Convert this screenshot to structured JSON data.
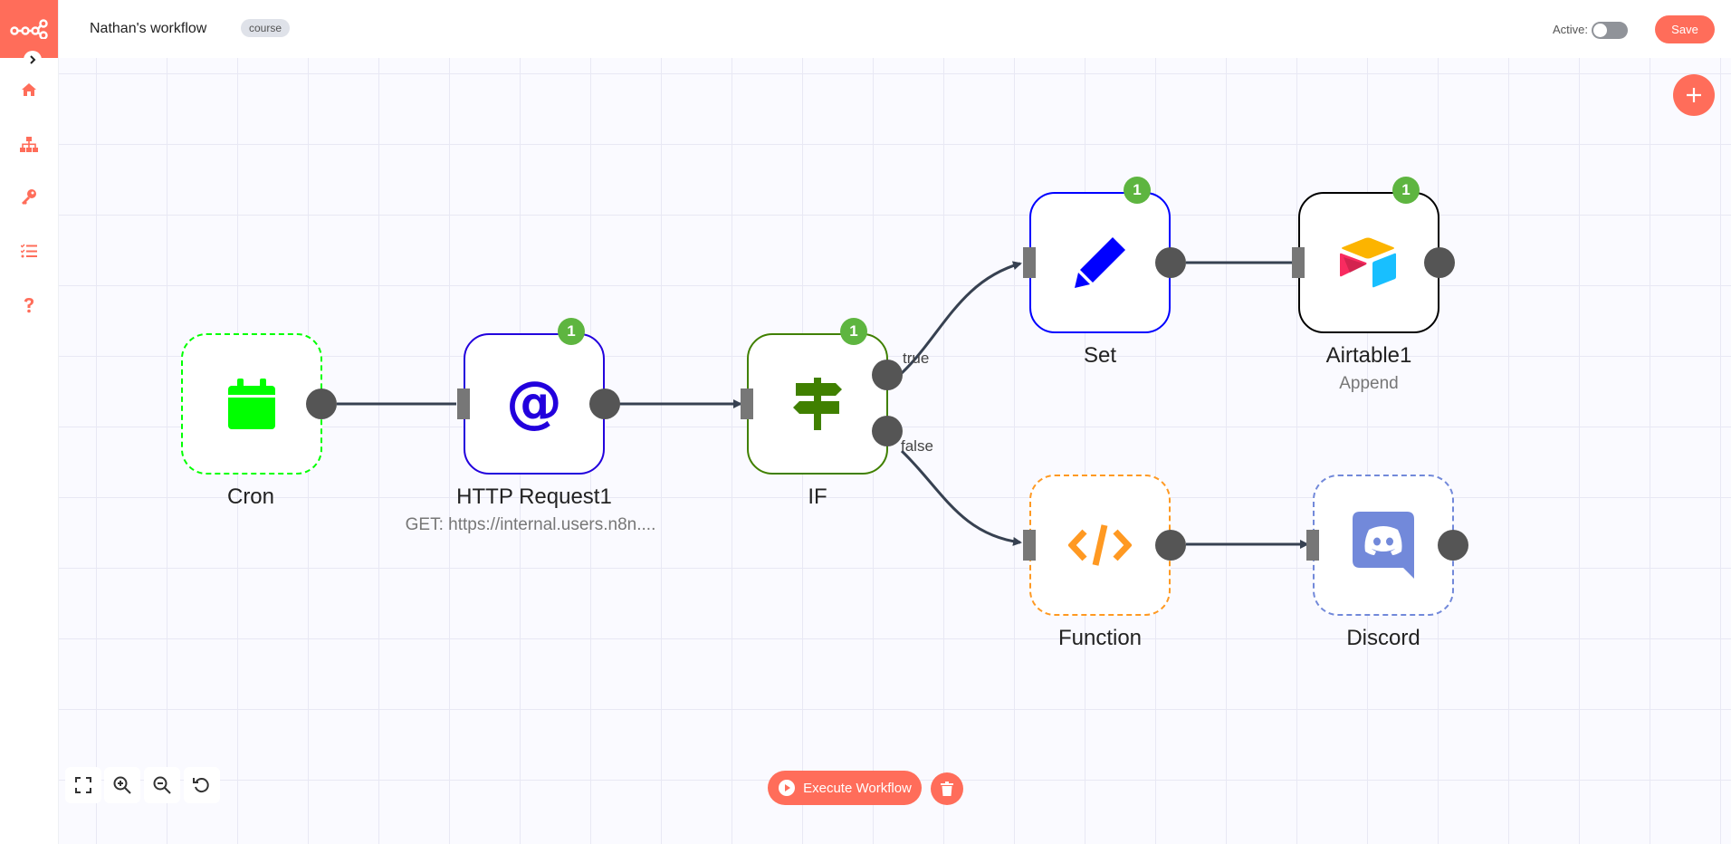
{
  "header": {
    "workflow_name": "Nathan's workflow",
    "tag": "course",
    "active_label": "Active:",
    "active": false,
    "save_label": "Save"
  },
  "sidebar": {
    "items": [
      {
        "icon": "home-icon"
      },
      {
        "icon": "workflows-icon"
      },
      {
        "icon": "key-icon"
      },
      {
        "icon": "executions-icon"
      },
      {
        "icon": "help-icon"
      }
    ]
  },
  "nodes": {
    "cron": {
      "title": "Cron",
      "icon": "calendar-icon",
      "color": "#00ff00",
      "disabled": true
    },
    "http": {
      "title": "HTTP Request1",
      "subtitle": "GET: https://internal.users.n8n....",
      "icon": "at-icon",
      "color": "#2200dd",
      "badge": "1"
    },
    "if": {
      "title": "IF",
      "icon": "signpost-icon",
      "color": "#408000",
      "badge": "1"
    },
    "set": {
      "title": "Set",
      "icon": "pen-icon",
      "color": "#0000ff",
      "badge": "1"
    },
    "airtable": {
      "title": "Airtable1",
      "subtitle": "Append",
      "icon": "airtable-icon",
      "color": "#000000",
      "badge": "1"
    },
    "function": {
      "title": "Function",
      "icon": "code-icon",
      "color": "#ff9922",
      "disabled": true
    },
    "discord": {
      "title": "Discord",
      "icon": "discord-icon",
      "color": "#7289da",
      "disabled": true
    }
  },
  "branches": {
    "true_label": "true",
    "false_label": "false"
  },
  "footer": {
    "execute_label": "Execute Workflow"
  },
  "colors": {
    "accent": "#ff6d5a",
    "badge": "#5eb540",
    "connection": "#374151"
  }
}
